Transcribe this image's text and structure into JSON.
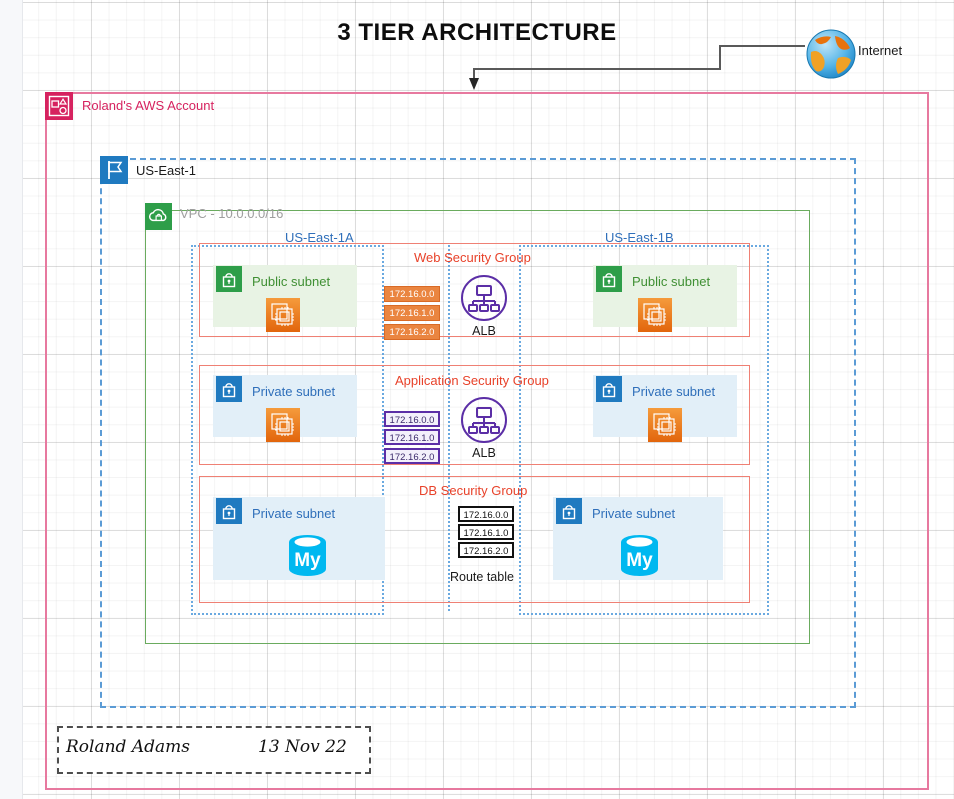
{
  "title": "3 TIER ARCHITECTURE",
  "internet": {
    "label": "Internet",
    "icon": "globe-icon"
  },
  "account": {
    "label": "Roland's AWS Account",
    "icon": "aws-account-icon",
    "color": "#d6225f"
  },
  "region": {
    "label": "US-East-1",
    "icon": "region-flag-icon",
    "color": "#5b9bd5"
  },
  "vpc": {
    "label": "VPC - 10.0.0.0/16",
    "icon": "vpc-cloud-icon",
    "color": "#6aab5e"
  },
  "azs": [
    {
      "label": "US-East-1A"
    },
    {
      "label": "US-East-1B"
    }
  ],
  "security_groups": [
    {
      "name": "web",
      "title": "Web Security Group",
      "color": "#e8422a"
    },
    {
      "name": "application",
      "title": "Application Security Group",
      "color": "#e8422a"
    },
    {
      "name": "database",
      "title": "DB Security Group",
      "color": "#e8422a"
    }
  ],
  "subnets": {
    "web_a": {
      "label": "Public subnet",
      "icon": "lock-icon",
      "resource_icon": "ec2-instance-icon"
    },
    "web_b": {
      "label": "Public subnet",
      "icon": "lock-icon",
      "resource_icon": "ec2-instance-icon"
    },
    "app_a": {
      "label": "Private subnet",
      "icon": "lock-icon",
      "resource_icon": "ec2-instance-icon"
    },
    "app_b": {
      "label": "Private subnet",
      "icon": "lock-icon",
      "resource_icon": "ec2-instance-icon"
    },
    "db_a": {
      "label": "Private subnet",
      "icon": "lock-icon",
      "resource_icon": "mysql-database-icon"
    },
    "db_b": {
      "label": "Private subnet",
      "icon": "lock-icon",
      "resource_icon": "mysql-database-icon"
    }
  },
  "route_tables": {
    "label": "Route table",
    "web": {
      "style": "orange",
      "entries": [
        "172.16.0.0",
        "172.16.1.0",
        "172.16.2.0"
      ]
    },
    "application": {
      "style": "purple",
      "entries": [
        "172.16.0.0",
        "172.16.1.0",
        "172.16.2.0"
      ]
    },
    "database": {
      "style": "black",
      "entries": [
        "172.16.0.0",
        "172.16.1.0",
        "172.16.2.0"
      ]
    }
  },
  "load_balancers": [
    {
      "label": "ALB",
      "tier": "web",
      "icon": "alb-icon"
    },
    {
      "label": "ALB",
      "tier": "application",
      "icon": "alb-icon"
    }
  ],
  "signature": {
    "name": "Roland Adams",
    "date": "13 Nov 22"
  },
  "colors": {
    "account_pink": "#d6225f",
    "region_blue": "#5b9bd5",
    "vpc_green": "#6aab5e",
    "sg_red": "#ef8074",
    "sg_text_red": "#e8422a",
    "public_green": "#2e9e49",
    "private_blue": "#1f7ac0",
    "alb_purple": "#5b2ea6",
    "ec2_orange": "#e8762c",
    "mysql_cyan": "#00b8f0"
  }
}
